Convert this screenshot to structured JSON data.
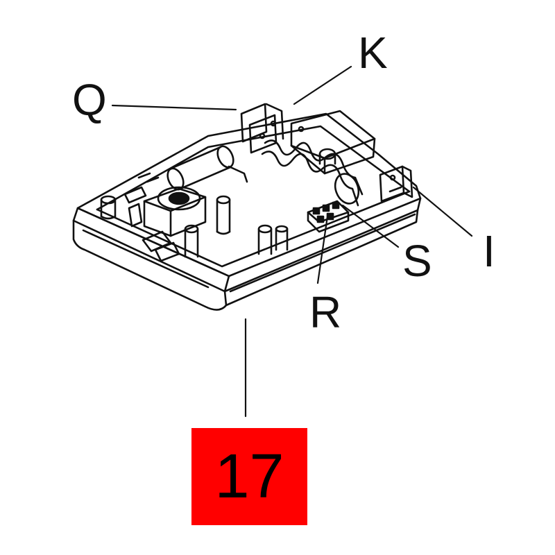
{
  "diagram": {
    "callouts": [
      {
        "id": "Q",
        "text": "Q"
      },
      {
        "id": "K",
        "text": "K"
      },
      {
        "id": "I",
        "text": "I"
      },
      {
        "id": "S",
        "text": "S"
      },
      {
        "id": "R",
        "text": "R"
      }
    ],
    "part_number": "17",
    "colors": {
      "line": "#111111",
      "badge": "#ff0000",
      "badge_text": "#000000"
    }
  }
}
